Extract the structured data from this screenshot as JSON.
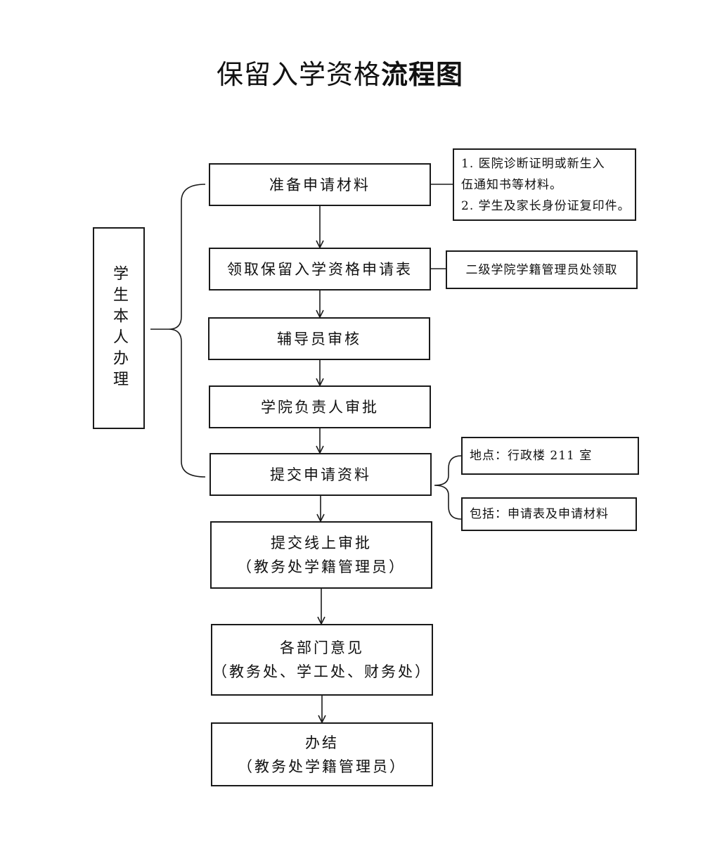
{
  "title": {
    "regular": "保留入学资格",
    "bold": "流程图"
  },
  "side_label": "学生本人办理",
  "steps": [
    {
      "lines": [
        "准备申请材料"
      ]
    },
    {
      "lines": [
        "领取保留入学资格申请表"
      ]
    },
    {
      "lines": [
        "辅导员审核"
      ]
    },
    {
      "lines": [
        "学院负责人审批"
      ]
    },
    {
      "lines": [
        "提交申请资料"
      ]
    },
    {
      "lines": [
        "提交线上审批",
        "（教务处学籍管理员）"
      ]
    },
    {
      "lines": [
        "各部门意见",
        "（教务处、学工处、财务处）"
      ]
    },
    {
      "lines": [
        "办结",
        "（教务处学籍管理员）"
      ]
    }
  ],
  "notes": {
    "materials": [
      "1. 医院诊断证明或新生入",
      "伍通知书等材料。",
      "2. 学生及家长身份证复印件。"
    ],
    "form_source": "二级学院学籍管理员处领取",
    "location": "地点：行政楼 211 室",
    "contents": "包括：申请表及申请材料"
  }
}
